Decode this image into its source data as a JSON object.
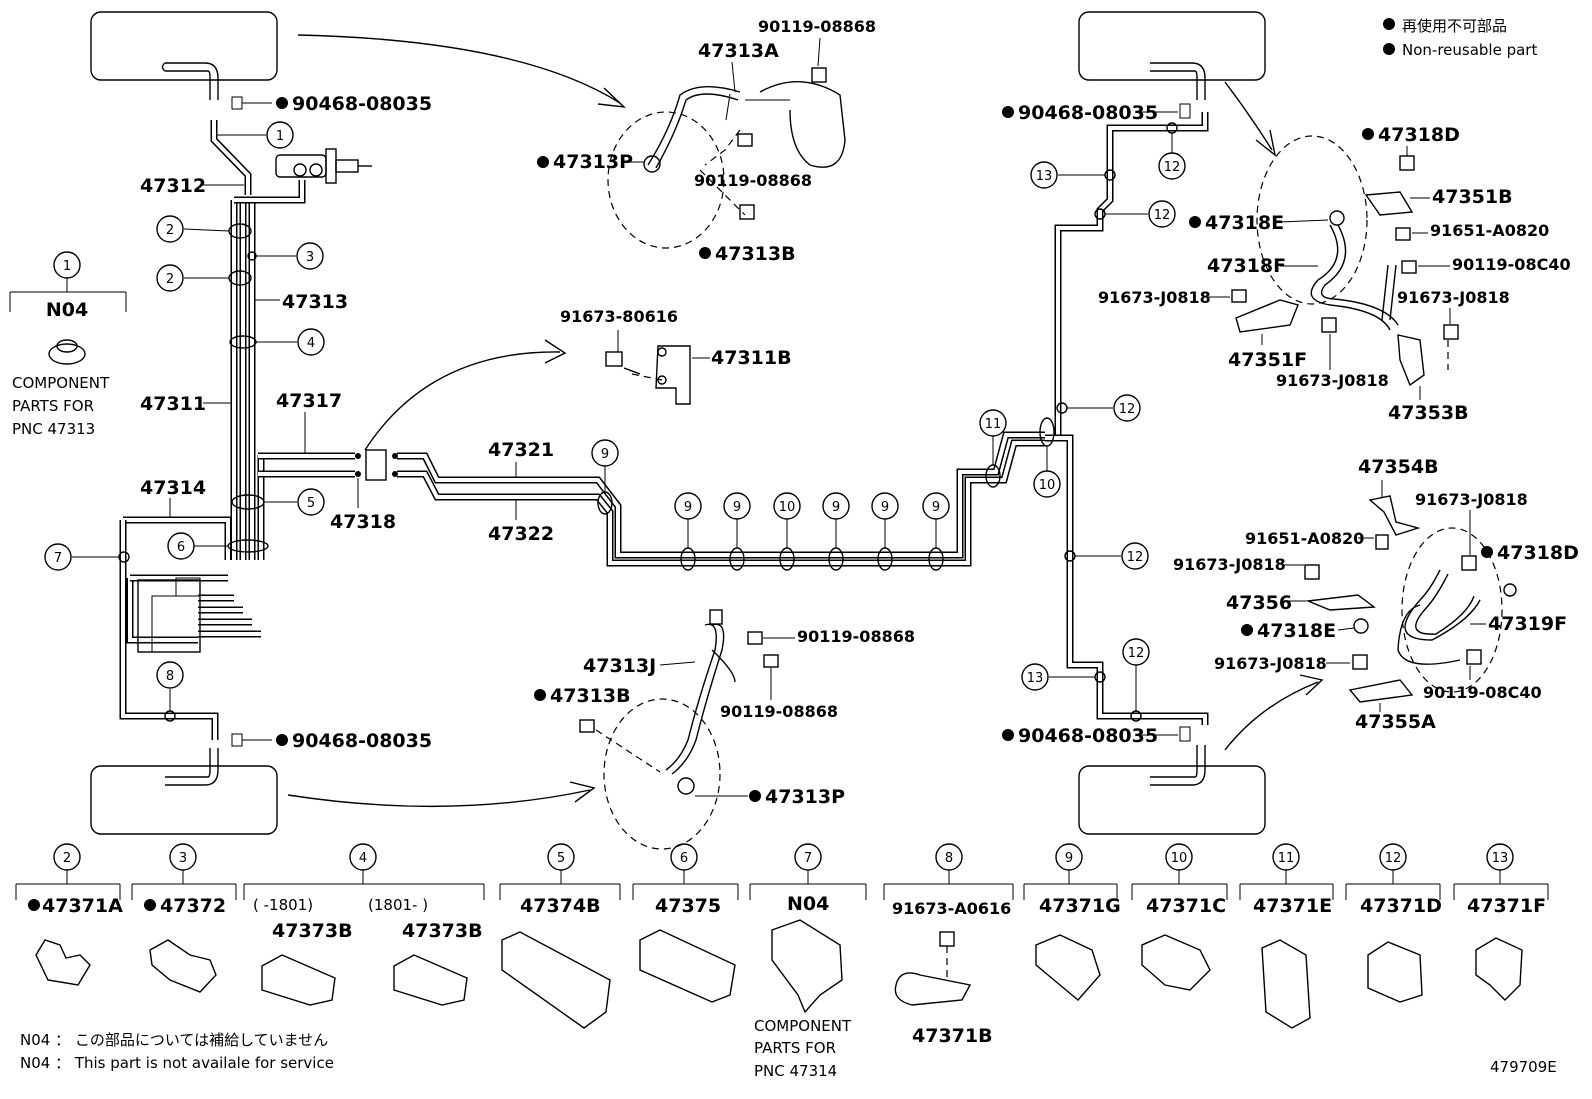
{
  "legend": {
    "non_reusable_jp": "再使用不可部品",
    "non_reusable_en": "Non-reusable part"
  },
  "callout_numbers": [
    "1",
    "2",
    "3",
    "4",
    "5",
    "6",
    "7",
    "8",
    "9",
    "10",
    "11",
    "12",
    "13"
  ],
  "main_labels": {
    "p47312": "47312",
    "p47313": "47313",
    "p47311": "47311",
    "p47314": "47314",
    "p47317": "47317",
    "p47318": "47318",
    "p47321": "47321",
    "p47322": "47322",
    "left_top_bolt": "90468-08035",
    "left_bottom_bolt": "90468-08035",
    "right_top_bolt": "90468-08035",
    "right_bottom_bolt": "90468-08035",
    "n04": "N04",
    "component_parts_1": "COMPONENT",
    "component_parts_2": "PARTS FOR",
    "component_parts_3": "PNC 47313"
  },
  "top_center": {
    "p47313A": "47313A",
    "p90119_a": "90119-08868",
    "p90119_b": "90119-08868",
    "p47313P": "47313P",
    "p47313B": "47313B"
  },
  "mid_center": {
    "p91673": "91673-80616",
    "p47311B": "47311B"
  },
  "bottom_center": {
    "p90119_a": "90119-08868",
    "p47313J": "47313J",
    "p47313B": "47313B",
    "p90119_b": "90119-08868",
    "p47313P": "47313P"
  },
  "top_right": {
    "p47318D": "47318D",
    "p47351B": "47351B",
    "p47318E": "47318E",
    "p91651": "91651-A0820",
    "p47318F": "47318F",
    "p90119": "90119-08C40",
    "p91673_a": "91673-J0818",
    "p91673_b": "91673-J0818",
    "p47351F": "47351F",
    "p91673_c": "91673-J0818",
    "p47353B": "47353B"
  },
  "bottom_right": {
    "p47354B": "47354B",
    "p91673_a": "91673-J0818",
    "p91651": "91651-A0820",
    "p47318D": "47318D",
    "p91673_b": "91673-J0818",
    "p47356": "47356",
    "p47319F": "47319F",
    "p47318E": "47318E",
    "p91673_c": "91673-J0818",
    "p90119": "90119-08C40",
    "p47355A": "47355A"
  },
  "clamps": [
    {
      "num": "2",
      "part": "47371A",
      "non_reusable": true
    },
    {
      "num": "3",
      "part": "47372",
      "non_reusable": true
    },
    {
      "num": "4",
      "range_a": "( -1801)",
      "range_b": "(1801- )",
      "part_a": "47373B",
      "part_b": "47373B"
    },
    {
      "num": "5",
      "part": "47374B"
    },
    {
      "num": "6",
      "part": "47375"
    },
    {
      "num": "7",
      "part": "N04",
      "note1": "COMPONENT",
      "note2": "PARTS FOR",
      "note3": "PNC 47314"
    },
    {
      "num": "8",
      "part": "91673-A0616",
      "sub": "47371B"
    },
    {
      "num": "9",
      "part": "47371G"
    },
    {
      "num": "10",
      "part": "47371C"
    },
    {
      "num": "11",
      "part": "47371E"
    },
    {
      "num": "12",
      "part": "47371D"
    },
    {
      "num": "13",
      "part": "47371F"
    }
  ],
  "footer": {
    "n04_jp": "N04 ： この部品については補給していません",
    "n04_en": "N04 ： This part is not availale for service",
    "diagram_id": "479709E"
  }
}
